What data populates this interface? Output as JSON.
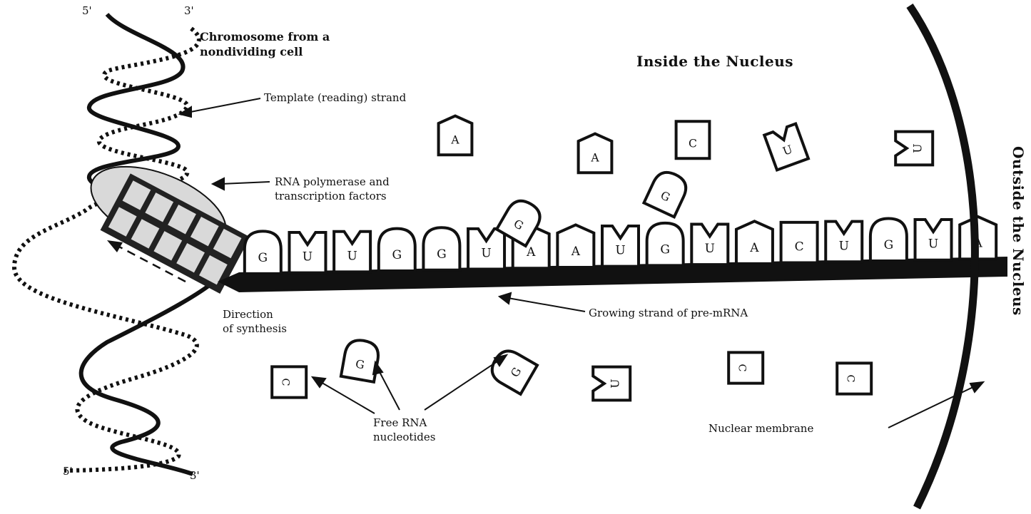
{
  "labels": {
    "chromosome_line1": "Chromosome from a",
    "chromosome_line2": "nondividing cell",
    "template_strand": "Template (reading) strand",
    "polymerase_line1": "RNA polymerase and",
    "polymerase_line2": "transcription factors",
    "direction_line1": "Direction",
    "direction_line2": "of synthesis",
    "growing_strand": "Growing strand of pre-mRNA",
    "free_line1": "Free RNA",
    "free_line2": "nucleotides",
    "membrane": "Nuclear membrane",
    "inside": "Inside the Nucleus",
    "outside": "Outside the Nucleus"
  },
  "strand_ends": {
    "top_left": "5'",
    "top_right": "3'",
    "bottom_left": "5'",
    "bottom_right": "3'"
  },
  "mrna_strand": [
    "G",
    "U",
    "U",
    "G",
    "G",
    "U",
    "A",
    "A",
    "U",
    "G",
    "U",
    "A",
    "C",
    "U",
    "G",
    "U",
    "A"
  ],
  "free_nucleotides": [
    "A",
    "A",
    "C",
    "U",
    "U",
    "G",
    "G",
    "G",
    "G",
    "U",
    "C",
    "C",
    "C"
  ]
}
